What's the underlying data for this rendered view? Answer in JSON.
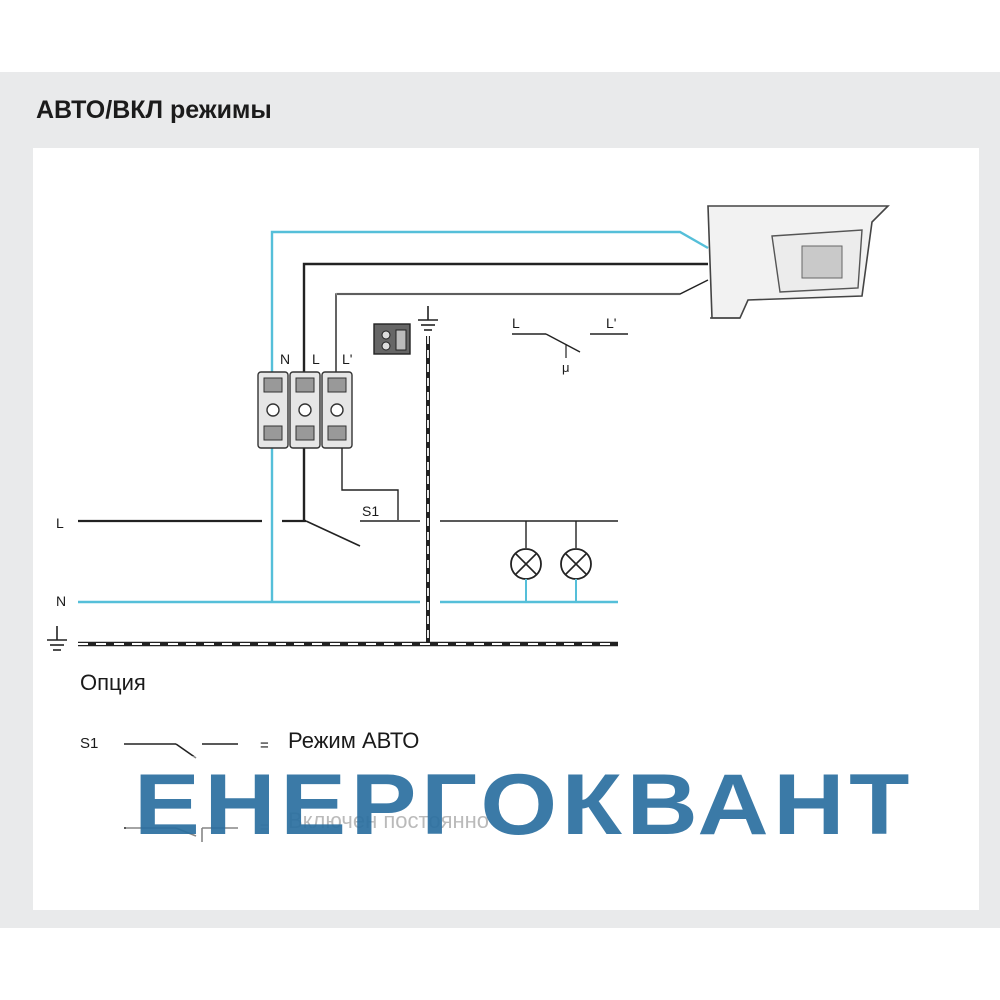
{
  "title": "АВТО/ВКЛ режимы",
  "terminal_labels": {
    "n": "N",
    "l": "L",
    "l_prime": "L'"
  },
  "line_labels": {
    "l": "L",
    "n": "N"
  },
  "switch_label": "S1",
  "sensor_switch": {
    "l": "L",
    "l_prime": "L'",
    "mu": "μ"
  },
  "legend": {
    "heading": "Опция",
    "s1": "S1",
    "mode_auto_eq": "=",
    "mode_auto": "Режим АВТО",
    "mode_on_eq": "=",
    "mode_on": "Включен постоянно"
  },
  "watermark": "ЕНЕРГОКВАНТ",
  "colors": {
    "neutral_wire": "#55bfd9",
    "line_wire": "#222222",
    "watermark": "#2a6fa0",
    "background_band": "#e9eaeb"
  }
}
